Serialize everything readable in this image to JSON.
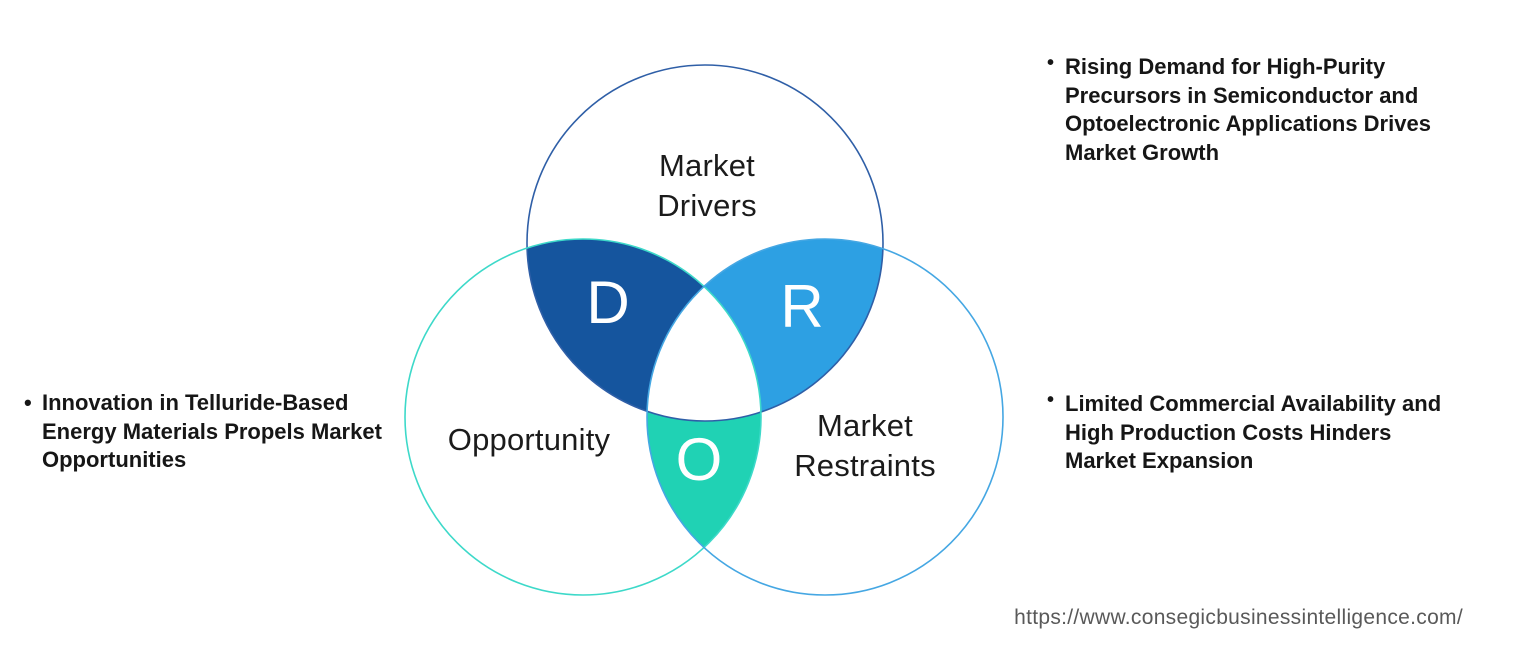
{
  "diagram": {
    "title_semantic": "DRO Venn diagram",
    "drivers": {
      "label": "Market Drivers",
      "letter": "D"
    },
    "restraints": {
      "label": "Market Restraints",
      "letter": "R"
    },
    "opportunity": {
      "label": "Opportunity",
      "letter": "O"
    }
  },
  "bullets": {
    "left": {
      "marker": "•",
      "text": "Innovation in Telluride-Based Energy Materials Propels Market Opportunities"
    },
    "right_top": {
      "marker": "•",
      "text": "Rising Demand for High-Purity Precursors in Semiconductor and Optoelectronic Applications Drives Market Growth"
    },
    "right_bottom": {
      "marker": "•",
      "text": "Limited Commercial Availability and High Production Costs Hinders Market Expansion"
    }
  },
  "footer": {
    "url": "https://www.consegicbusinessintelligence.com/"
  },
  "colors": {
    "d_region": "#15559E",
    "r_region": "#2DA0E3",
    "o_region": "#20D2B4",
    "center_region": "#FFFFFF",
    "drivers_stroke": "#2F5FA7",
    "restraints_stroke": "#45A7E3",
    "opportunity_stroke": "#3DD9C9",
    "letter_color": "#FFFFFF",
    "label_color": "#1B1B1B",
    "bullet_text_color": "#161616",
    "url_color": "#595959"
  }
}
